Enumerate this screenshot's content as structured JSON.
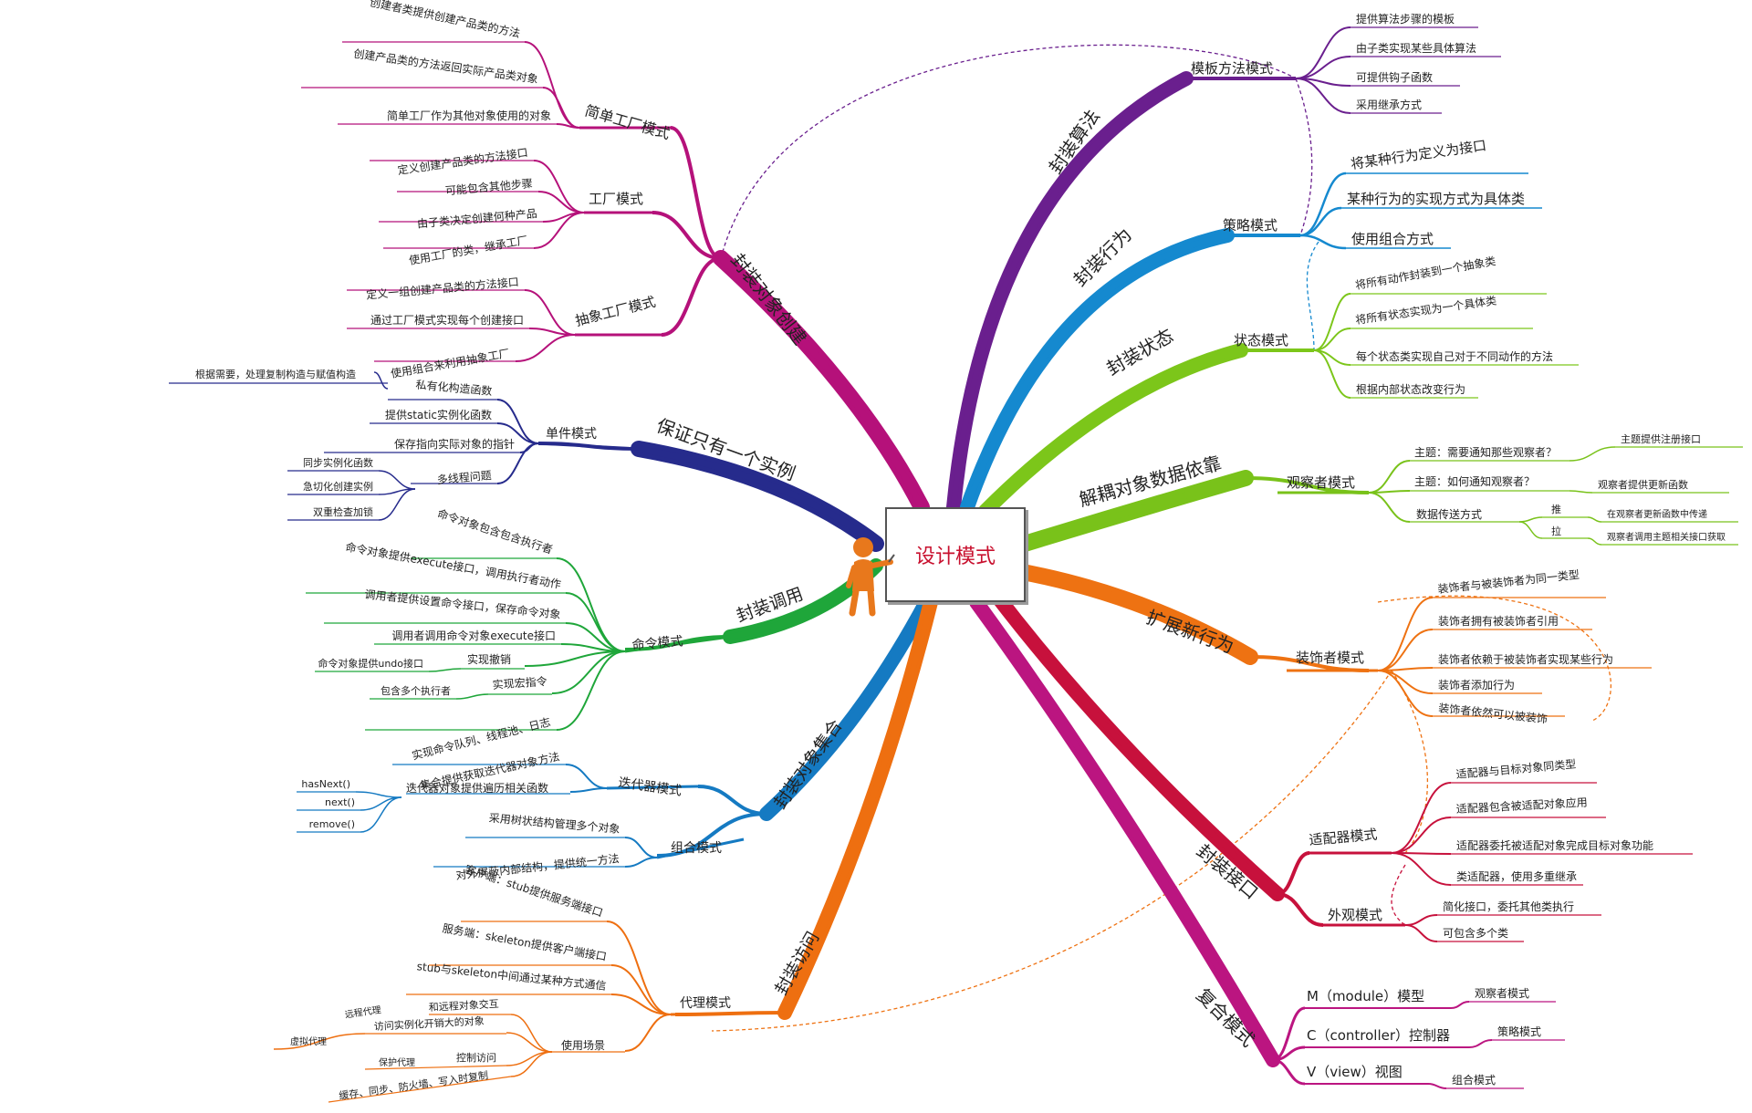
{
  "center_title": "设计模式",
  "colors": {
    "creation": "#b5117a",
    "singleton": "#262b8c",
    "command": "#1fa63a",
    "collection": "#157ac2",
    "access": "#ee6f10",
    "template": "#6a1f8e",
    "behavior": "#1589cf",
    "state": "#7cc61a",
    "observer": "#79c21a",
    "extend": "#ee7212",
    "interface": "#c7113c",
    "compound": "#bb1580"
  },
  "branches": [
    {
      "label": "封装对象创建",
      "color": "creation",
      "children": [
        {
          "label": "简单工厂模式",
          "children": [
            {
              "label": "创建者类提供创建产品类的方法"
            },
            {
              "label": "创建产品类的方法返回实际产品类对象"
            },
            {
              "label": "简单工厂作为其他对象使用的对象"
            }
          ]
        },
        {
          "label": "工厂模式",
          "children": [
            {
              "label": "定义创建产品类的方法接口"
            },
            {
              "label": "可能包含其他步骤"
            },
            {
              "label": "由子类决定创建何种产品"
            },
            {
              "label": "使用工厂的类，继承工厂"
            }
          ]
        },
        {
          "label": "抽象工厂模式",
          "children": [
            {
              "label": "定义一组创建产品类的方法接口"
            },
            {
              "label": "通过工厂模式实现每个创建接口"
            },
            {
              "label": "使用组合来利用抽象工厂"
            }
          ]
        }
      ]
    },
    {
      "label": "保证只有一个实例",
      "color": "singleton",
      "children": [
        {
          "label": "单件模式",
          "children": [
            {
              "label": "私有化构造函数",
              "children": [
                {
                  "label": "根据需要，处理复制构造与赋值构造"
                }
              ]
            },
            {
              "label": "提供static实例化函数"
            },
            {
              "label": "保存指向实际对象的指针"
            },
            {
              "label": "多线程问题",
              "children": [
                {
                  "label": "同步实例化函数"
                },
                {
                  "label": "急切化创建实例"
                },
                {
                  "label": "双重检查加锁"
                }
              ]
            }
          ]
        }
      ]
    },
    {
      "label": "封装调用",
      "color": "command",
      "children": [
        {
          "label": "命令模式",
          "children": [
            {
              "label": "命令对象包含包含执行者"
            },
            {
              "label": "命令对象提供execute接口，调用执行者动作"
            },
            {
              "label": "调用者提供设置命令接口，保存命令对象"
            },
            {
              "label": "调用者调用命令对象execute接口"
            },
            {
              "label": "实现撤销",
              "children": [
                {
                  "label": "命令对象提供undo接口"
                }
              ]
            },
            {
              "label": "实现宏指令",
              "children": [
                {
                  "label": "包含多个执行者"
                }
              ]
            },
            {
              "label": "实现命令队列、线程池、日志"
            }
          ]
        }
      ]
    },
    {
      "label": "封装对象集合",
      "color": "collection",
      "children": [
        {
          "label": "迭代器模式",
          "children": [
            {
              "label": "集合提供获取迭代器对象方法"
            },
            {
              "label": "迭代器对象提供遍历相关函数",
              "children": [
                {
                  "label": "hasNext()"
                },
                {
                  "label": "next()"
                },
                {
                  "label": "remove()"
                }
              ]
            }
          ]
        },
        {
          "label": "组合模式",
          "children": [
            {
              "label": "采用树状结构管理多个对象"
            },
            {
              "label": "对外屏蔽内部结构，提供统一方法"
            }
          ]
        }
      ]
    },
    {
      "label": "封装访问",
      "color": "access",
      "children": [
        {
          "label": "代理模式",
          "children": [
            {
              "label": "客户端：stub提供服务端接口"
            },
            {
              "label": "服务端：skeleton提供客户端接口"
            },
            {
              "label": "stub与skeleton中间通过某种方式通信"
            },
            {
              "label": "使用场景",
              "children": [
                {
                  "label": "远程代理",
                  "children": [
                    {
                      "label": "和远程对象交互"
                    }
                  ]
                },
                {
                  "label": "虚拟代理",
                  "children": [
                    {
                      "label": "访问实例化开销大的对象"
                    }
                  ]
                },
                {
                  "label": "保护代理",
                  "children": [
                    {
                      "label": "控制访问"
                    }
                  ]
                },
                {
                  "label": "缓存、同步、防火墙、写入时复制"
                }
              ]
            }
          ]
        }
      ]
    },
    {
      "label": "封装算法",
      "color": "template",
      "children": [
        {
          "label": "模板方法模式",
          "children": [
            {
              "label": "提供算法步骤的模板"
            },
            {
              "label": "由子类实现某些具体算法"
            },
            {
              "label": "可提供钩子函数"
            },
            {
              "label": "采用继承方式"
            }
          ]
        }
      ]
    },
    {
      "label": "封装行为",
      "color": "behavior",
      "children": [
        {
          "label": "策略模式",
          "children": [
            {
              "label": "将某种行为定义为接口"
            },
            {
              "label": "某种行为的实现方式为具体类"
            },
            {
              "label": "使用组合方式"
            }
          ]
        }
      ]
    },
    {
      "label": "封装状态",
      "color": "state",
      "children": [
        {
          "label": "状态模式",
          "children": [
            {
              "label": "将所有动作封装到一个抽象类"
            },
            {
              "label": "将所有状态实现为一个具体类"
            },
            {
              "label": "每个状态类实现自己对于不同动作的方法"
            },
            {
              "label": "根据内部状态改变行为"
            }
          ]
        }
      ]
    },
    {
      "label": "解耦对象数据依靠",
      "color": "observer",
      "children": [
        {
          "label": "观察者模式",
          "children": [
            {
              "label": "主题：需要通知那些观察者？",
              "children": [
                {
                  "label": "主题提供注册接口"
                }
              ]
            },
            {
              "label": "主题：如何通知观察者？",
              "children": [
                {
                  "label": "观察者提供更新函数"
                }
              ]
            },
            {
              "label": "数据传送方式",
              "children": [
                {
                  "label": "推",
                  "children": [
                    {
                      "label": "在观察者更新函数中传递"
                    }
                  ]
                },
                {
                  "label": "拉",
                  "children": [
                    {
                      "label": "观察者调用主题相关接口获取"
                    }
                  ]
                }
              ]
            }
          ]
        }
      ]
    },
    {
      "label": "扩展新行为",
      "color": "extend",
      "children": [
        {
          "label": "装饰者模式",
          "children": [
            {
              "label": "装饰者与被装饰者为同一类型"
            },
            {
              "label": "装饰者拥有被装饰者引用"
            },
            {
              "label": "装饰者依赖于被装饰者实现某些行为"
            },
            {
              "label": "装饰者添加行为"
            },
            {
              "label": "装饰者依然可以被装饰"
            }
          ]
        }
      ]
    },
    {
      "label": "封装接口",
      "color": "interface",
      "children": [
        {
          "label": "适配器模式",
          "children": [
            {
              "label": "适配器与目标对象同类型"
            },
            {
              "label": "适配器包含被适配对象应用"
            },
            {
              "label": "适配器委托被适配对象完成目标对象功能"
            },
            {
              "label": "类适配器，使用多重继承"
            }
          ]
        },
        {
          "label": "外观模式",
          "children": [
            {
              "label": "简化接口，委托其他类执行"
            },
            {
              "label": "可包含多个类"
            }
          ]
        }
      ]
    },
    {
      "label": "复合模式",
      "color": "compound",
      "children": [
        {
          "label": "M（module）模型",
          "children": [
            {
              "label": "观察者模式"
            }
          ]
        },
        {
          "label": "C（controller）控制器",
          "children": [
            {
              "label": "策略模式"
            }
          ]
        },
        {
          "label": "V（view）视图",
          "children": [
            {
              "label": "组合模式"
            }
          ]
        }
      ]
    }
  ]
}
